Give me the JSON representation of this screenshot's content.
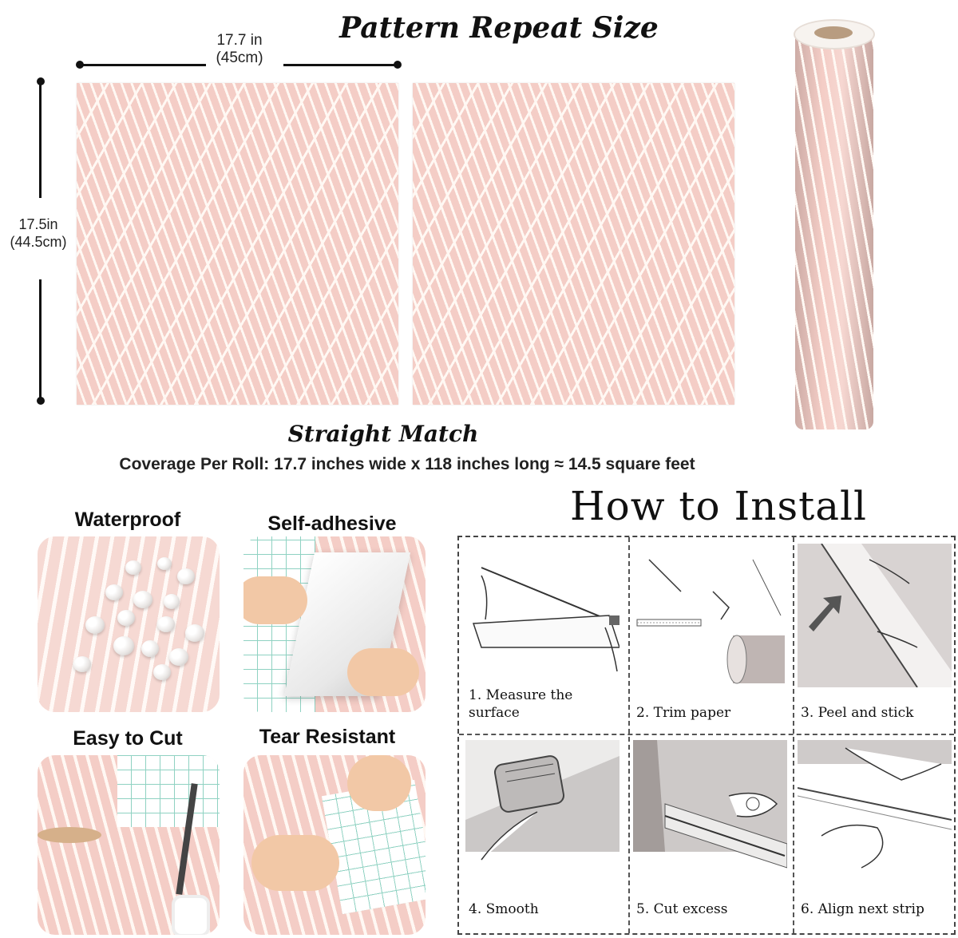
{
  "header": {
    "title": "Pattern Repeat Size",
    "width_in": "17.7 in",
    "width_cm": "(45cm)",
    "height_in": "17.5in",
    "height_cm": "(44.5cm)"
  },
  "match": {
    "type": "Straight Match",
    "coverage": "Coverage Per Roll: 17.7 inches wide x 118 inches long ≈ 14.5 square feet"
  },
  "features": [
    {
      "label": "Waterproof"
    },
    {
      "label": "Self-adhesive"
    },
    {
      "label": "Easy to Cut"
    },
    {
      "label": "Tear Resistant"
    }
  ],
  "install": {
    "title": "How to Install",
    "steps": [
      {
        "label": "1. Measure the surface"
      },
      {
        "label": "2. Trim paper"
      },
      {
        "label": "3. Peel and stick"
      },
      {
        "label": "4. Smooth"
      },
      {
        "label": "5. Cut excess"
      },
      {
        "label": "6. Align next strip"
      }
    ]
  },
  "colors": {
    "pattern_pink": "#f4cdc6",
    "pattern_white": "#fff8f3",
    "grid_teal": "#8fd2c2"
  }
}
